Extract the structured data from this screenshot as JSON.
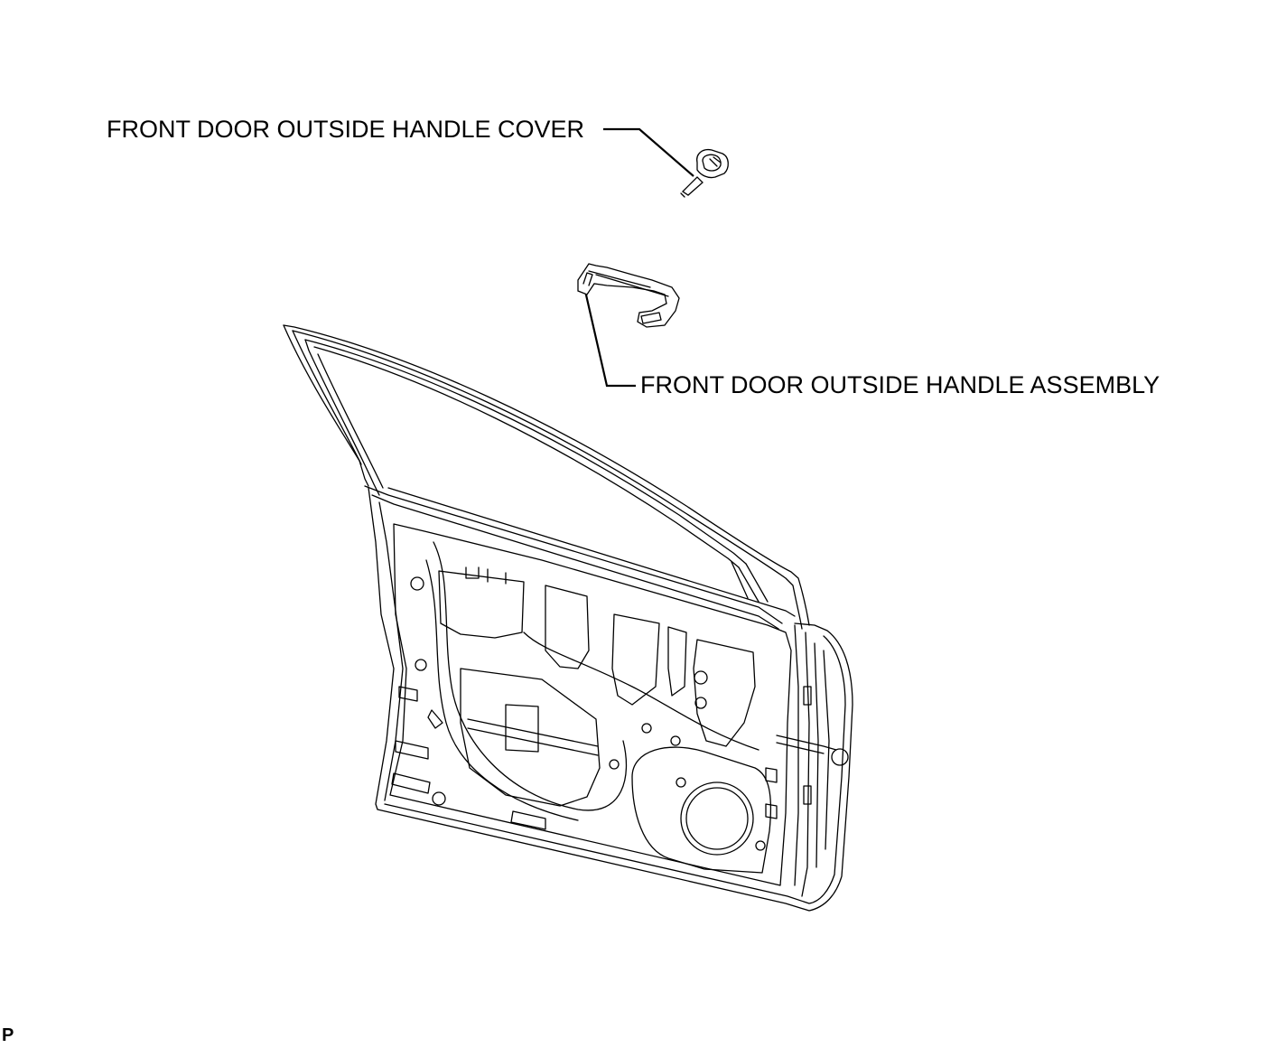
{
  "labels": {
    "cover": "FRONT DOOR OUTSIDE HANDLE COVER",
    "assembly": "FRONT DOOR OUTSIDE HANDLE ASSEMBLY",
    "corner": "P"
  },
  "colors": {
    "line": "#000000",
    "background": "#ffffff"
  }
}
